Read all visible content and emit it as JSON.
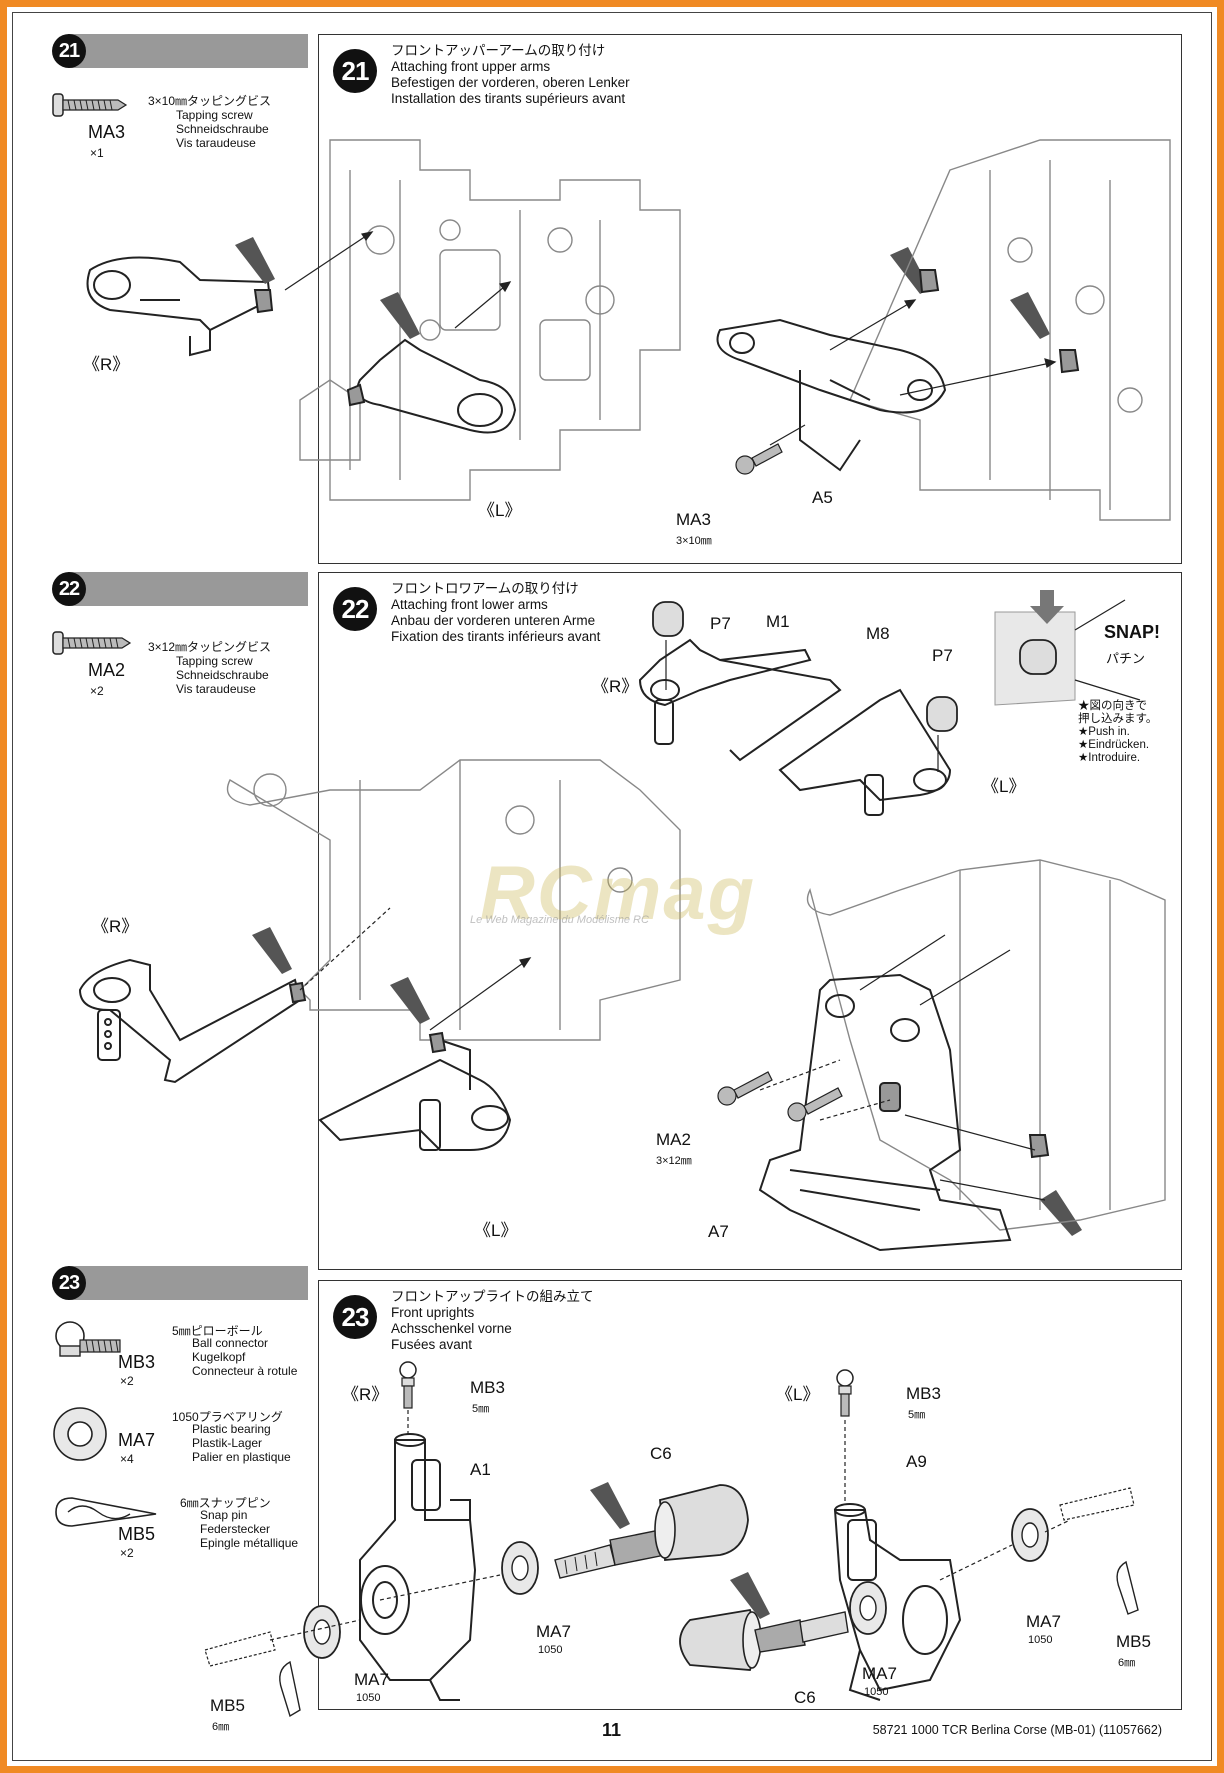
{
  "footer": {
    "page_number": "11",
    "product": "58721 1000 TCR Berlina Corse (MB-01) (11057662)"
  },
  "steps": [
    {
      "number": "21",
      "title": [
        "フロントアッパーアームの取り付け",
        "Attaching front upper arms",
        "Befestigen der vorderen, oberen Lenker",
        "Installation des tirants supérieurs avant"
      ],
      "parts": [
        {
          "code": "MA3",
          "qty": "×1",
          "ja": "3×10㎜タッピングビス",
          "trans": [
            "Tapping screw",
            "Schneidschraube",
            "Vis taraudeuse"
          ]
        }
      ],
      "labels": {
        "r": "《R》",
        "l": "《L》",
        "ma3": "MA3",
        "ma3_size": "3×10㎜",
        "a5": "A5"
      }
    },
    {
      "number": "22",
      "title": [
        "フロントロワアームの取り付け",
        "Attaching front lower arms",
        "Anbau der vorderen unteren Arme",
        "Fixation des tirants inférieurs avant"
      ],
      "parts": [
        {
          "code": "MA2",
          "qty": "×2",
          "ja": "3×12㎜タッピングビス",
          "trans": [
            "Tapping screw",
            "Schneidschraube",
            "Vis taraudeuse"
          ]
        }
      ],
      "labels": {
        "r_top": "《R》",
        "l_top": "《L》",
        "p7a": "P7",
        "m1": "M1",
        "m8": "M8",
        "p7b": "P7",
        "snap": "SNAP!",
        "snap_ja": "パチン",
        "note": [
          "★図の向きで",
          "押し込みます。",
          "★Push in.",
          "★Eindrücken.",
          "★Introduire."
        ],
        "r": "《R》",
        "l": "《L》",
        "ma2": "MA2",
        "ma2_size": "3×12㎜",
        "a7": "A7"
      }
    },
    {
      "number": "23",
      "title": [
        "フロントアップライトの組み立て",
        "Front uprights",
        "Achsschenkel vorne",
        "Fusées avant"
      ],
      "parts": [
        {
          "code": "MB3",
          "qty": "×2",
          "ja": "5㎜ピローボール",
          "trans": [
            "Ball connector",
            "Kugelkopf",
            "Connecteur à rotule"
          ]
        },
        {
          "code": "MA7",
          "qty": "×4",
          "ja": "1050プラベアリング",
          "trans": [
            "Plastic bearing",
            "Plastik-Lager",
            "Palier en plastique"
          ]
        },
        {
          "code": "MB5",
          "qty": "×2",
          "ja": "6㎜スナップピン",
          "trans": [
            "Snap pin",
            "Federstecker",
            "Epingle métallique"
          ]
        }
      ],
      "labels": {
        "r": "《R》",
        "l": "《L》",
        "mb3_r": "MB3",
        "mb3_r_size": "5㎜",
        "a1": "A1",
        "c6_top": "C6",
        "ma7_mid": "MA7",
        "ma7_mid_size": "1050",
        "ma7_bl": "MA7",
        "ma7_bl_size": "1050",
        "mb5_bl": "MB5",
        "mb5_bl_size": "6㎜",
        "mb3_l": "MB3",
        "mb3_l_size": "5㎜",
        "a9": "A9",
        "ma7_r": "MA7",
        "ma7_r_size": "1050",
        "mb5_r": "MB5",
        "mb5_r_size": "6㎜",
        "ma7_lb": "MA7",
        "ma7_lb_size": "1050",
        "c6_bot": "C6"
      }
    }
  ],
  "watermark": {
    "text": "RCmag",
    "sub": "Le Web Magazine du Modélisme RC"
  }
}
